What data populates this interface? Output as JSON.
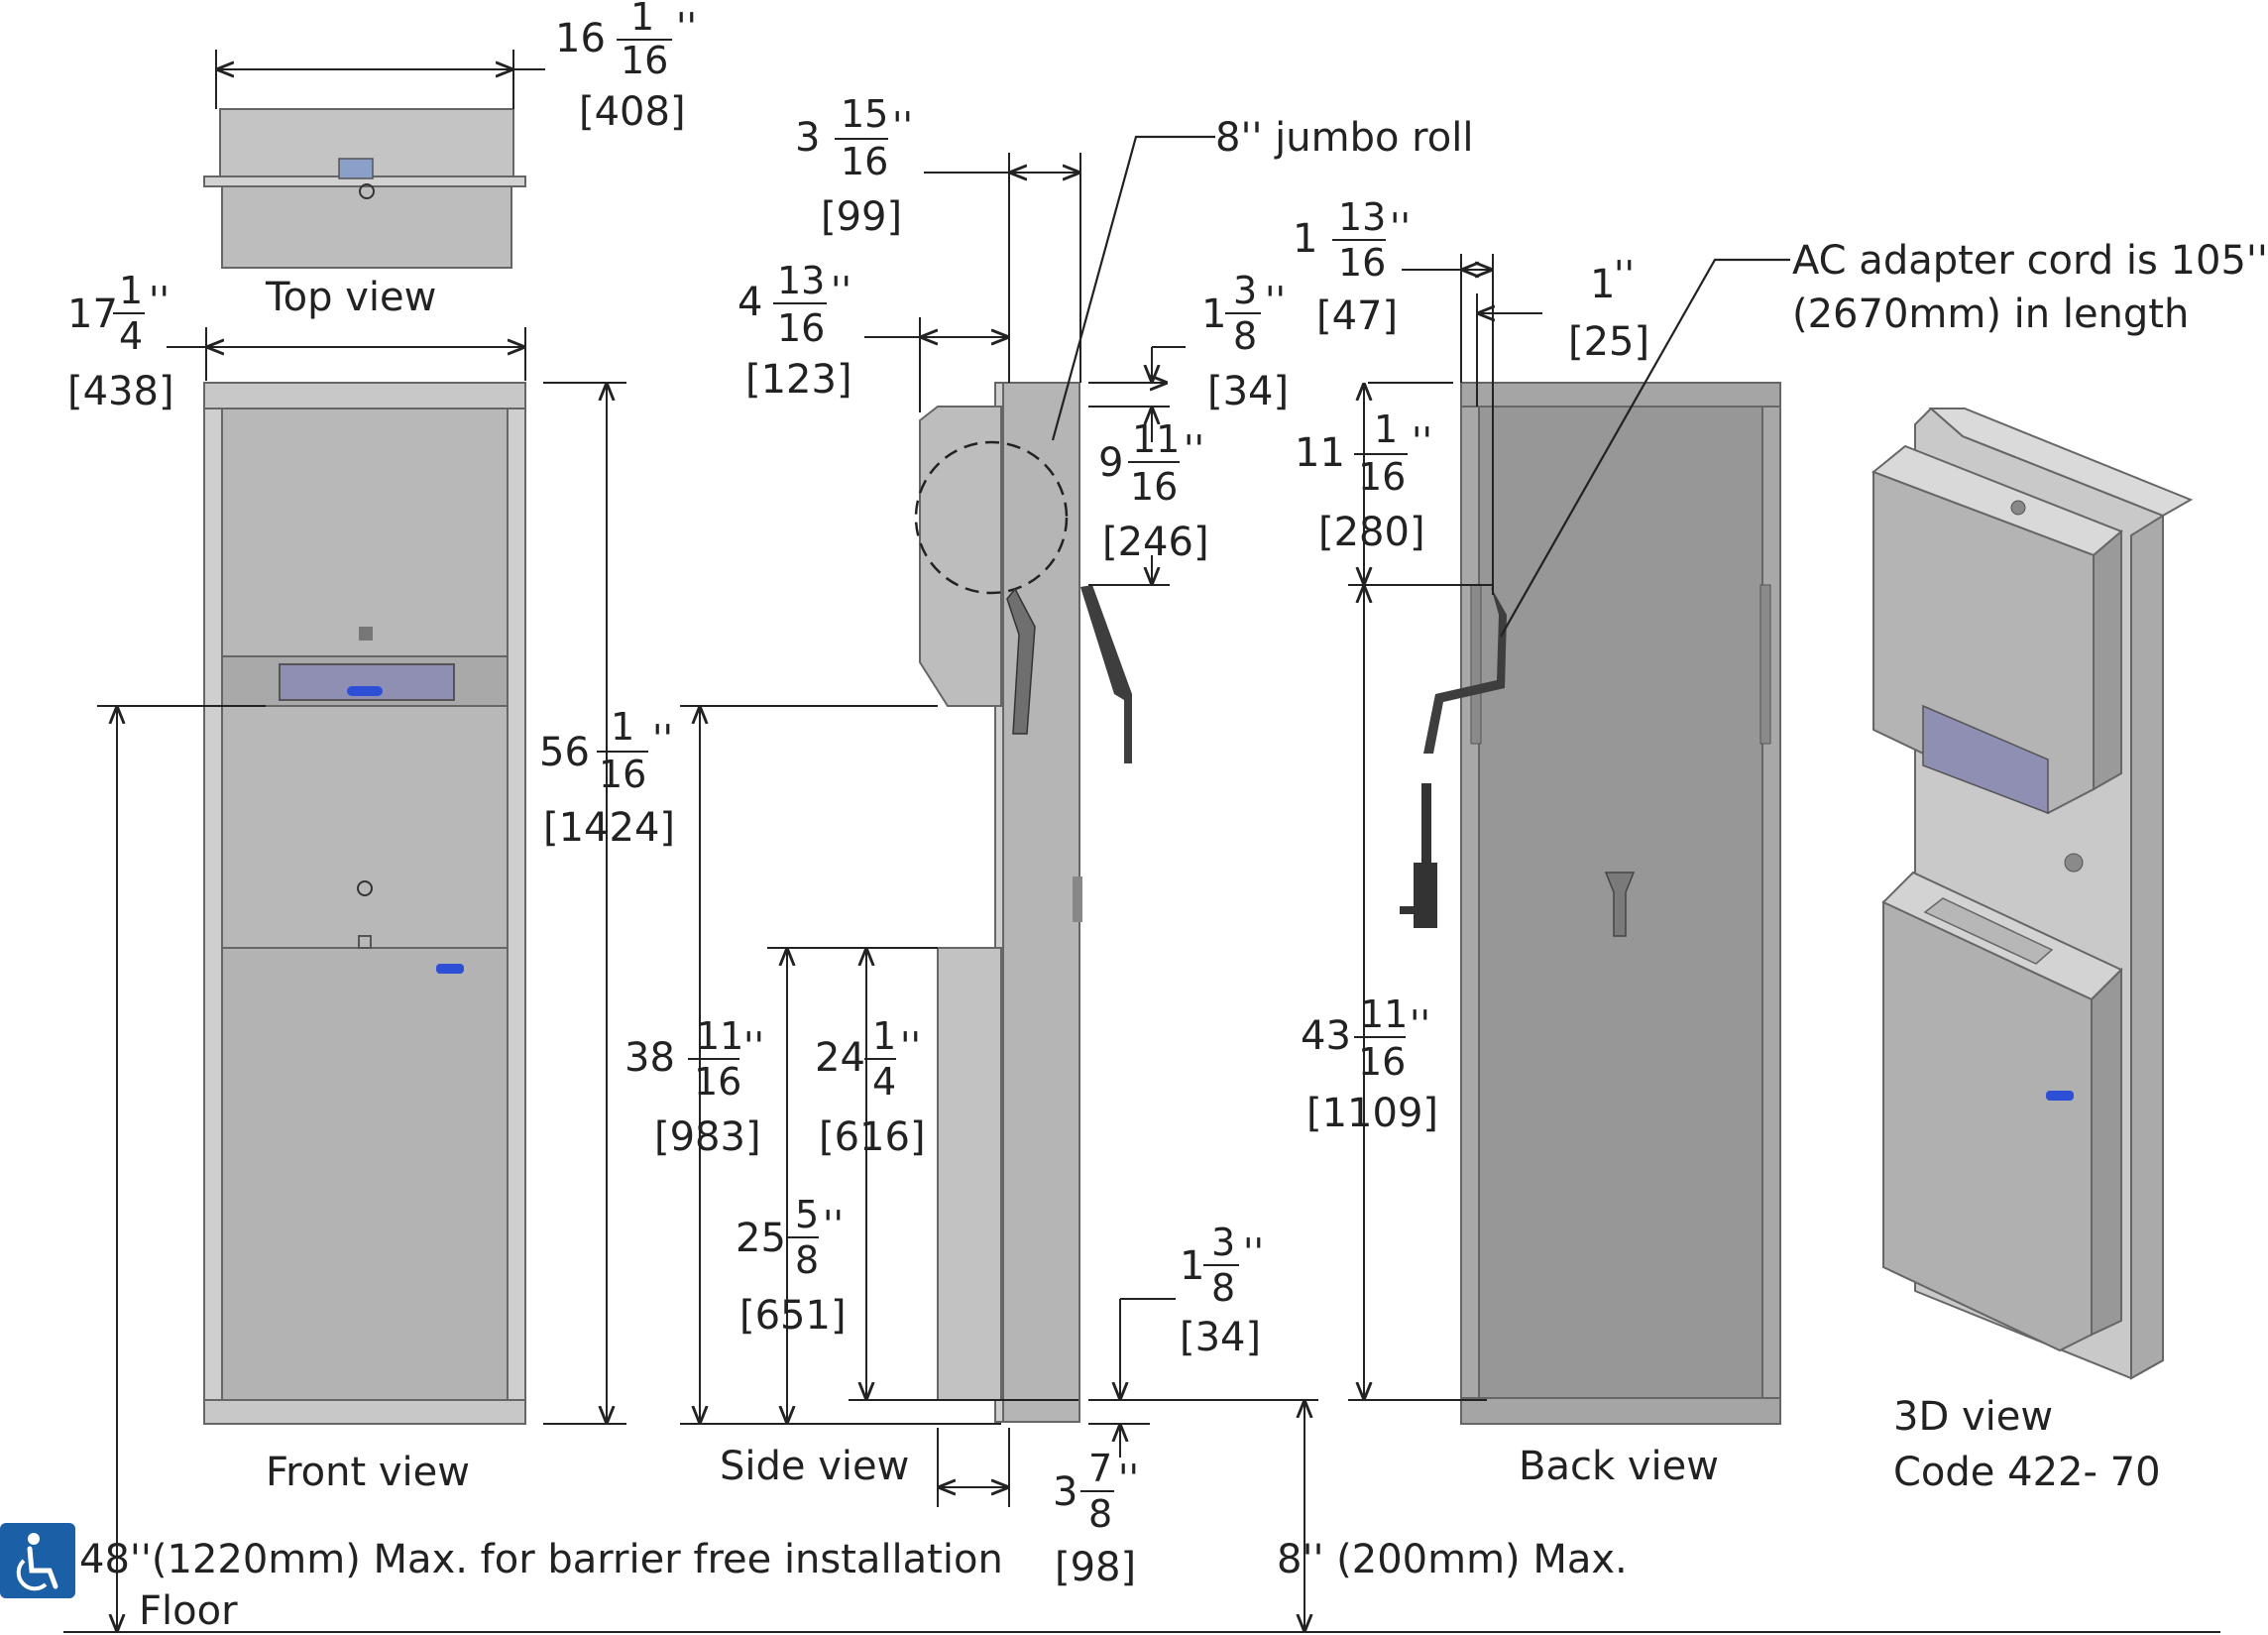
{
  "views": {
    "top": "Top view",
    "front": "Front view",
    "side": "Side view",
    "back": "Back view",
    "three_d": "3D view",
    "code": "Code 422- 70"
  },
  "dims": {
    "top_width": {
      "whole": "16",
      "num": "1",
      "den": "16",
      "mm": "[408]"
    },
    "front_width": {
      "whole": "17",
      "num": "1",
      "den": "4",
      "mm": "[438]"
    },
    "total_height": {
      "whole": "56",
      "num": "1",
      "den": "16",
      "mm": "[1424]"
    },
    "side_depth_top": {
      "whole": "3",
      "num": "15",
      "den": "16",
      "mm": "[99]"
    },
    "side_depth_box": {
      "whole": "4",
      "num": "13",
      "den": "16",
      "mm": "[123]"
    },
    "side_flange": {
      "whole": "1",
      "num": "3",
      "den": "8",
      "mm": "[34]"
    },
    "roll_height": {
      "whole": "9",
      "num": "11",
      "den": "16",
      "mm": "[246]"
    },
    "dispense_height": {
      "whole": "38",
      "num": "11",
      "den": "16",
      "mm": "[983]"
    },
    "bin_height": {
      "whole": "24",
      "num": "1",
      "den": "4",
      "mm": "[616]"
    },
    "bin_total": {
      "whole": "25",
      "num": "5",
      "den": "8",
      "mm": "[651]"
    },
    "bottom_flange": {
      "whole": "1",
      "num": "3",
      "den": "8",
      "mm": "[34]"
    },
    "recess_depth": {
      "whole": "3",
      "num": "7",
      "den": "8",
      "mm": "[98]"
    },
    "back_top": {
      "whole": "1",
      "num": "13",
      "den": "16",
      "mm": "[47]"
    },
    "back_one": {
      "whole": "1",
      "mm": "[25]"
    },
    "back_cord": {
      "whole": "11",
      "num": "1",
      "den": "16",
      "mm": "[280]"
    },
    "back_height": {
      "whole": "43",
      "num": "11",
      "den": "16",
      "mm": "[1109]"
    }
  },
  "inch_mark": "''",
  "notes": {
    "jumbo": "8'' jumbo roll",
    "cord1": "AC adapter cord is 105''",
    "cord2": "(2670mm) in length",
    "barrier": "48''(1220mm) Max. for barrier free installation",
    "floor": "Floor",
    "max8": "8'' (200mm) Max."
  },
  "icons": {
    "accessibility": "wheelchair-icon",
    "accent": "#1b5fa7"
  }
}
